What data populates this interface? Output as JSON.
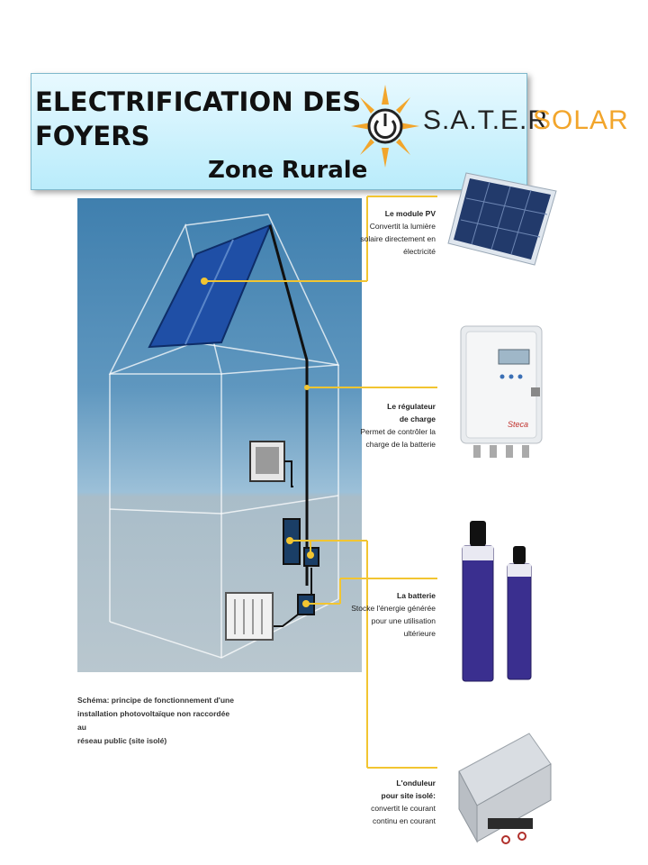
{
  "header": {
    "title_line1": "ELECTRIFICATION DES",
    "title_line2": "FOYERS",
    "subtitle": "Zone Rurale"
  },
  "logo": {
    "text_part1": "S.A.T.E.R",
    "text_part2": "SOLAR",
    "icon": "sun-power-icon",
    "colors": {
      "rays": "#f2a52b",
      "text_dark": "#222222",
      "text_accent": "#f2a52b"
    }
  },
  "components": [
    {
      "title": "Le module PV",
      "description_lines": [
        "Convertit la lumière",
        "solaire directement en",
        "électricité"
      ]
    },
    {
      "title": "Le régulateur",
      "title_line2": "de charge",
      "description_lines": [
        "Permet de contrôler la",
        "charge de la batterie"
      ]
    },
    {
      "title": "La batterie",
      "description_lines": [
        "Stocke l'énergie générée",
        "pour une utilisation",
        "ultérieure"
      ]
    },
    {
      "title": "L'onduleur",
      "title_line2": "pour site isolé:",
      "description_lines": [
        "convertit le courant",
        "continu en courant"
      ]
    }
  ],
  "caption_lines": [
    "Schéma: principe de fonctionnement d'une",
    "installation photovoltaïque non raccordée au",
    "réseau public (site isolé)"
  ],
  "colors": {
    "leader_line": "#f2c531",
    "panel_sky": "#3f7fae",
    "panel_ground": "#b9c7cf",
    "pv_blue": "#1f4fa6"
  }
}
